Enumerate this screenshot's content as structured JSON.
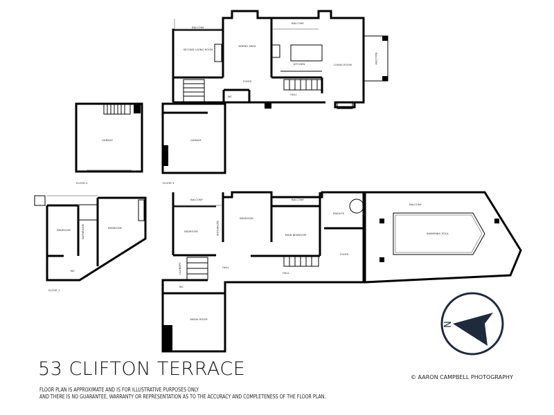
{
  "title": "53 CLIFTON TERRACE",
  "credit": "© AARON CAMPBELL PHOTOGRAPHY",
  "disclaimer": {
    "line1": "FLOOR PLAN  IS APPROXIMATE AND IS FOR ILLUSTRATIVE PURPOSES ONLY",
    "line2": "AND THERE IS NO GUARANTEE, WARRANTY OR REPRESENTATION AS TO THE ACCURACY AND COMPLETENESS OF THE FLOOR PLAN."
  },
  "floors": {
    "floor4": {
      "label": "FLOOR 4",
      "rooms": {
        "garage": "GARAGE"
      }
    },
    "floor3": {
      "label": "FLOOR 3",
      "rooms": {
        "balcony_left": "BALCONY",
        "second_living": "SECOND LIVING ROOM",
        "dining": "DINING AREA",
        "balcony_mid": "BALCONY",
        "kitchen": "KITCHEN",
        "living": "LIVING ROOM",
        "balcony_right": "BALCONY",
        "foyer": "FOYER",
        "hall": "HALL",
        "wc": "WC",
        "garage": "GARAGE"
      }
    },
    "floor1": {
      "label": "FLOOR 1",
      "rooms": {
        "bedroom_left": "BEDROOM",
        "bathroom": "BATHROOM",
        "bedroom_right": "BEDROOM",
        "wc": "WC"
      }
    },
    "floor2": {
      "rooms": {
        "balcony_left": "BALCONY",
        "bedroom_left": "BEDROOM",
        "bathroom": "BATHROOM",
        "bedroom_mid": "BEDROOM",
        "balcony_mid": "BALCONY",
        "main_bedroom": "MAIN BEDROOM",
        "ensuite": "ENSUITE",
        "foyer": "FOYER",
        "hall_left": "HALL",
        "hall_right": "HALL",
        "laundry": "LAUNDRY",
        "wc": "WC",
        "media_room": "MEDIA ROOM",
        "balcony_pool": "BALCONY",
        "pool": "SWIMMING POOL"
      }
    }
  },
  "compass": {
    "direction": "N",
    "color": "#1f2a3c"
  }
}
